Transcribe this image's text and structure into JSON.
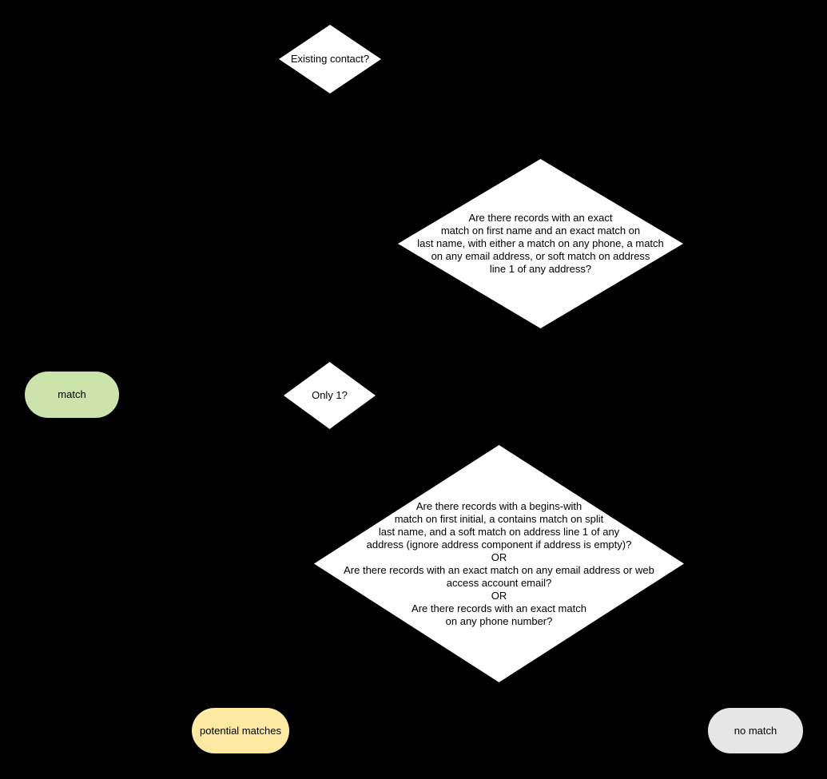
{
  "diagram": {
    "type": "flowchart",
    "background_color": "#000000",
    "text_color": "#000000"
  },
  "nodes": {
    "existing_contact": {
      "shape": "decision-diamond",
      "fill": "#ffffff",
      "label": "Existing contact?"
    },
    "exact_match_question": {
      "shape": "decision-diamond",
      "fill": "#ffffff",
      "label": "Are there records with an exact\nmatch on first name and an exact match on\nlast name, with either a match on any phone, a match\non any email address, or soft match on address\nline 1 of any address?"
    },
    "match": {
      "shape": "terminator-pill",
      "fill": "#cde3ac",
      "label": "match"
    },
    "only_one": {
      "shape": "decision-diamond",
      "fill": "#ffffff",
      "label": "Only 1?"
    },
    "fuzzy_match_question": {
      "shape": "decision-diamond",
      "fill": "#ffffff",
      "label": "Are there records with a begins-with\nmatch on first initial, a contains match on split\nlast name, and a soft match on address line 1 of any\naddress (ignore address component if address is empty)?\nOR\nAre there records with an exact match on any email address or web\naccess account email?\nOR\nAre there records with an exact match\non any phone number?"
    },
    "potential_matches": {
      "shape": "terminator-pill",
      "fill": "#fde9a2",
      "label": "potential matches"
    },
    "no_match": {
      "shape": "terminator-pill",
      "fill": "#e6e6e6",
      "label": "no match"
    }
  }
}
